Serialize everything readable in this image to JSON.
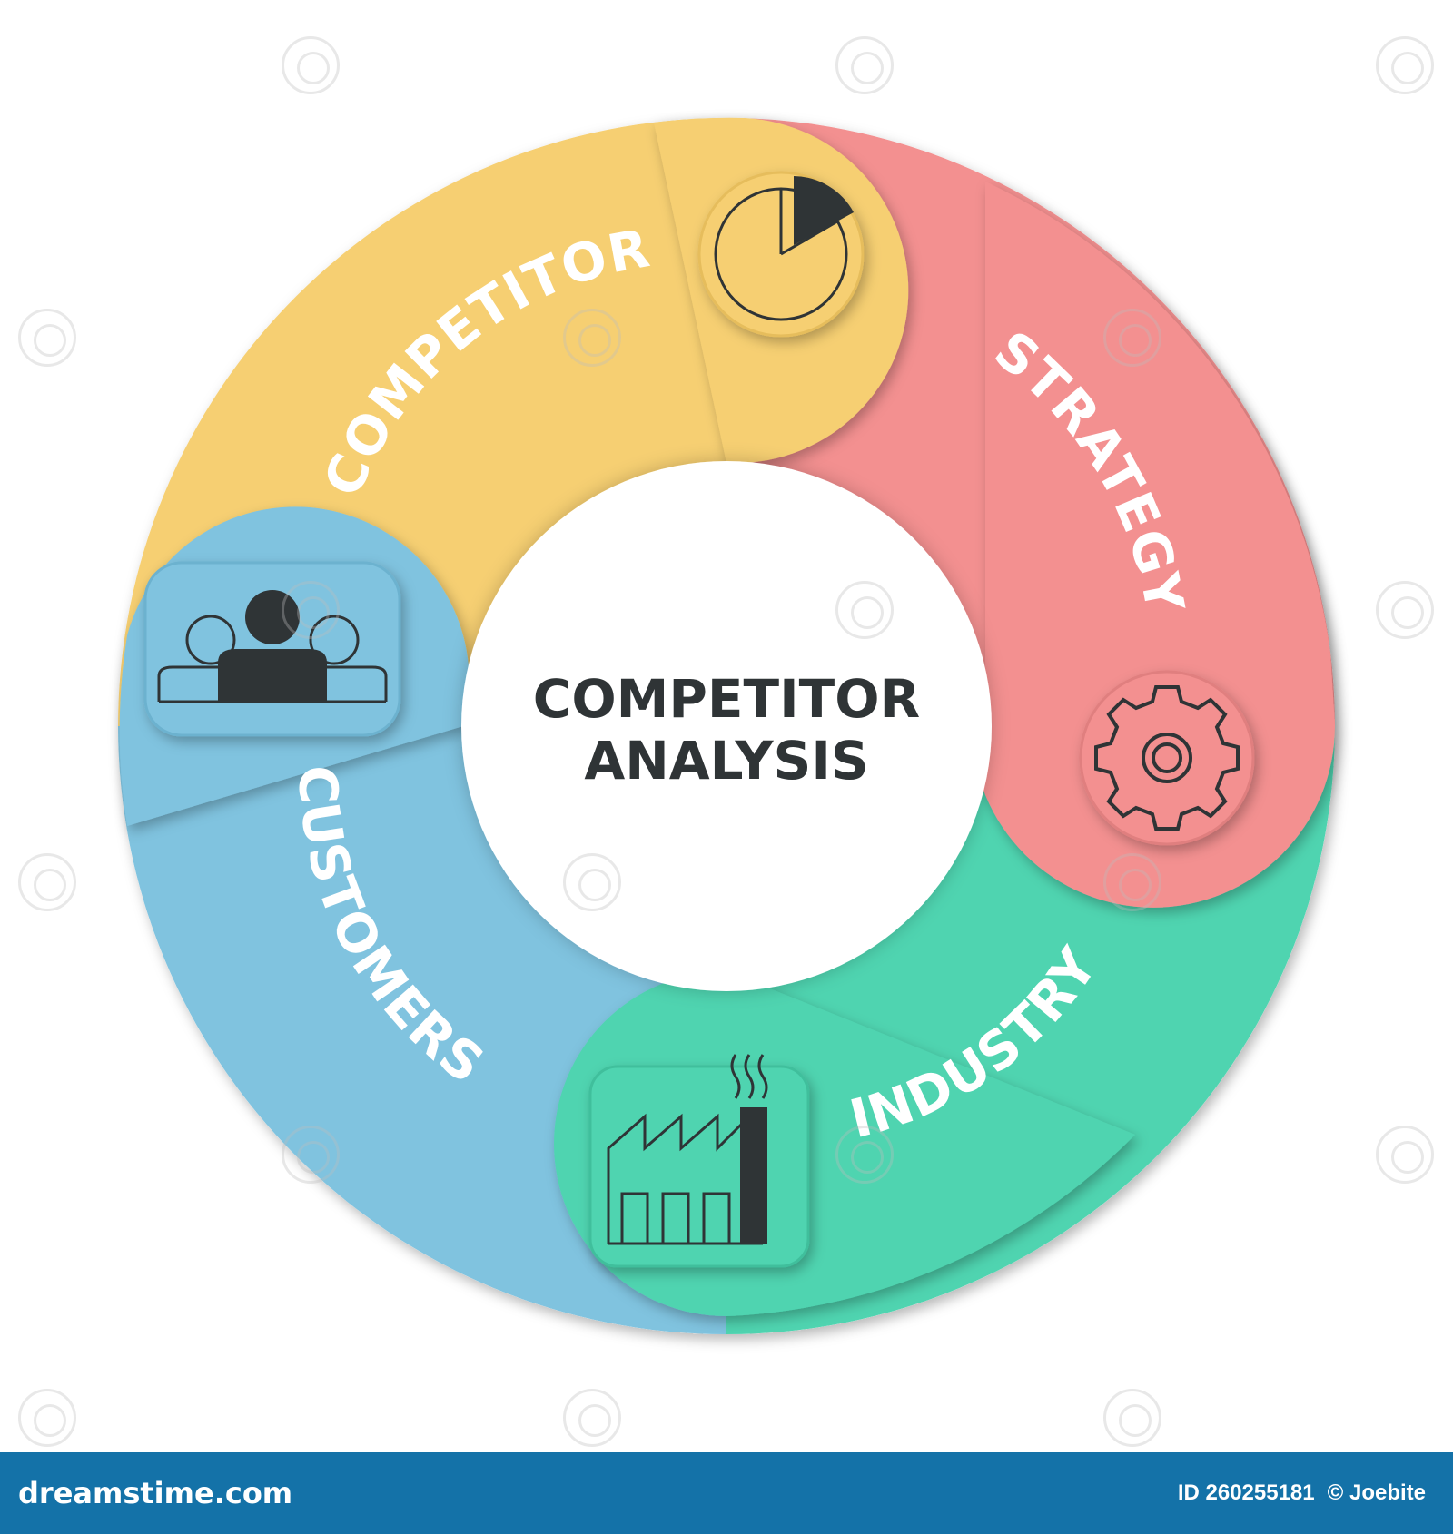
{
  "center": {
    "line1": "COMPETITOR",
    "line2": "ANALYSIS"
  },
  "segments": [
    {
      "label": "COMPETITOR",
      "color": "#f6cf72",
      "icon": "pie-chart-icon"
    },
    {
      "label": "STRATEGY",
      "color": "#f39090",
      "icon": "gear-icon"
    },
    {
      "label": "INDUSTRY",
      "color": "#4fd4b0",
      "icon": "factory-icon"
    },
    {
      "label": "CUSTOMERS",
      "color": "#80c3df",
      "icon": "people-group-icon"
    }
  ],
  "footer": {
    "brand": "dreamstime.com",
    "id": "ID 260255181",
    "author": "© Joebite"
  }
}
